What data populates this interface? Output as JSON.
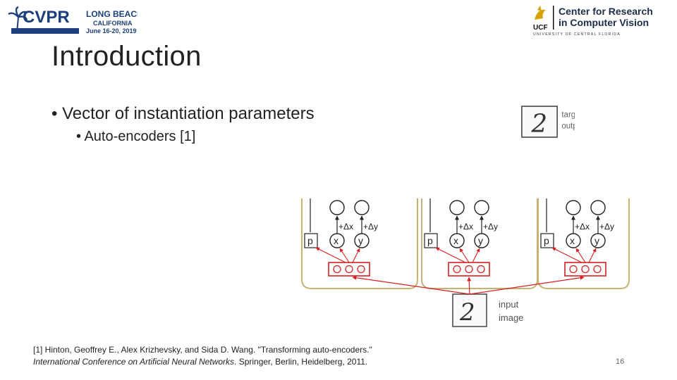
{
  "header": {
    "left_logo": {
      "main": "CVPR",
      "line1": "LONG BEACH",
      "line2": "CALIFORNIA",
      "line3": "June 16-20, 2019"
    },
    "right_logo": {
      "mark": "UCF",
      "line1": "Center for Research",
      "line2": "in Computer Vision",
      "line3": "UNIVERSITY OF CENTRAL FLORIDA"
    }
  },
  "slide": {
    "title": "Introduction",
    "bullet1": "Vector of instantiation parameters",
    "bullet2": "Auto-encoders [1]",
    "reference_line1": "[1] Hinton, Geoffrey E., Alex Krizhevsky, and Sida D. Wang. \"Transforming auto-encoders.\"",
    "reference_journal": "International Conference on Artificial Neural Networks",
    "reference_rest": ". Springer, Berlin, Heidelberg, 2011.",
    "page_number": "16"
  },
  "figure": {
    "target_label_1": "target",
    "target_label_2": "output",
    "input_label_1": "input",
    "input_label_2": "image",
    "digit": "2",
    "node_p": "p",
    "node_x": "x",
    "node_y": "y",
    "delta_x": "+Δx",
    "delta_y": "+Δy",
    "colors": {
      "capsule_border": "#c8b273",
      "arrow": "#d42020",
      "node": "#222222"
    }
  }
}
